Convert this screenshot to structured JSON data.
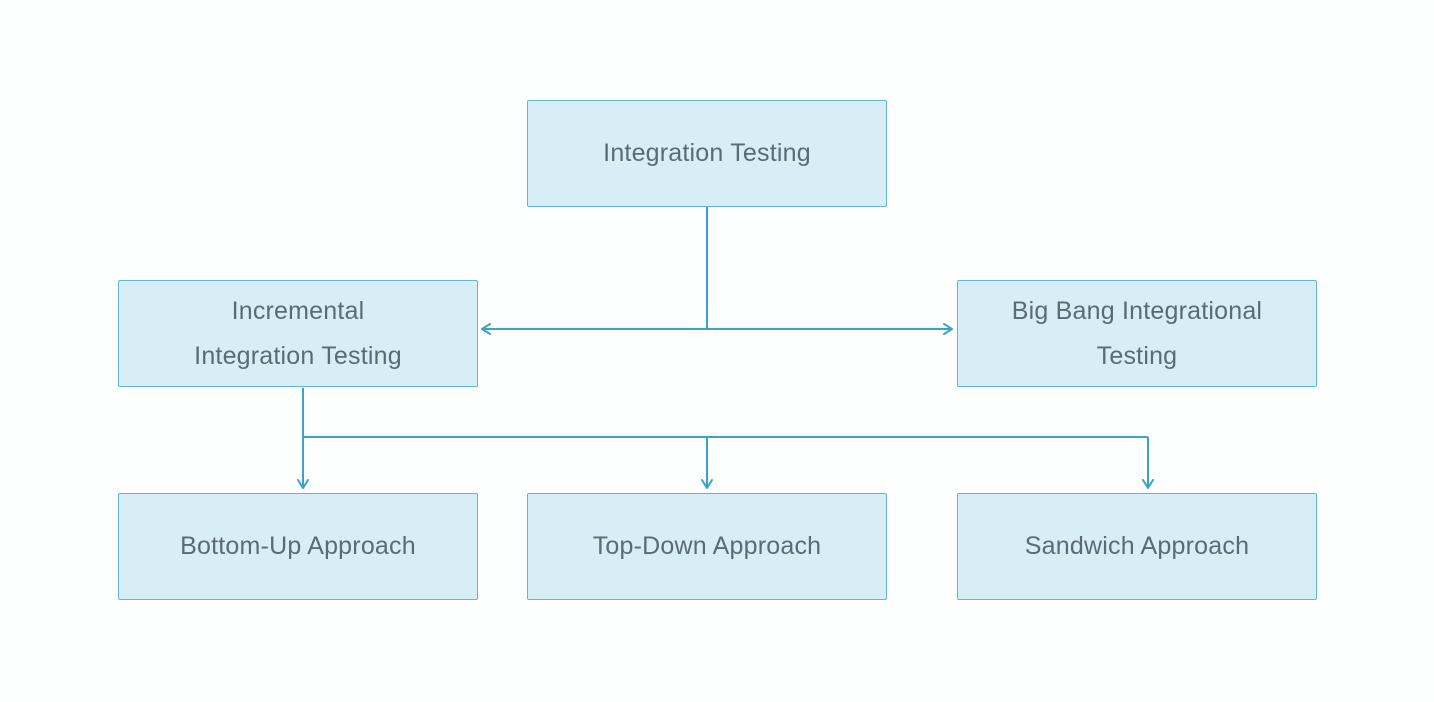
{
  "diagram": {
    "type": "flowchart",
    "topic": "Integration Testing",
    "colors": {
      "background": "#fdfefe",
      "node_fill": "#d8eef7",
      "node_border": "#65b6d3",
      "connector": "#3aa3c6",
      "text": "#5b6b76"
    },
    "nodes": [
      {
        "id": "integration-testing",
        "label": "Integration Testing",
        "lines": [
          "Integration Testing"
        ]
      },
      {
        "id": "incremental-integration-testing",
        "label": "Incremental Integration Testing",
        "lines": [
          "Incremental",
          "Integration Testing"
        ]
      },
      {
        "id": "big-bang-integrational-testing",
        "label": "Big Bang Integrational Testing",
        "lines": [
          "Big Bang Integrational",
          "Testing"
        ]
      },
      {
        "id": "bottom-up-approach",
        "label": "Bottom-Up Approach",
        "lines": [
          "Bottom-Up Approach"
        ]
      },
      {
        "id": "top-down-approach",
        "label": "Top-Down Approach",
        "lines": [
          "Top-Down Approach"
        ]
      },
      {
        "id": "sandwich-approach",
        "label": "Sandwich Approach",
        "lines": [
          "Sandwich Approach"
        ]
      }
    ],
    "edges": [
      {
        "from": "integration-testing",
        "to": "incremental-integration-testing",
        "arrow": "left"
      },
      {
        "from": "integration-testing",
        "to": "big-bang-integrational-testing",
        "arrow": "right"
      },
      {
        "from": "incremental-integration-testing",
        "to": "bottom-up-approach",
        "arrow": "down"
      },
      {
        "from": "incremental-integration-testing",
        "to": "top-down-approach",
        "arrow": "down"
      },
      {
        "from": "incremental-integration-testing",
        "to": "sandwich-approach",
        "arrow": "down"
      }
    ]
  }
}
